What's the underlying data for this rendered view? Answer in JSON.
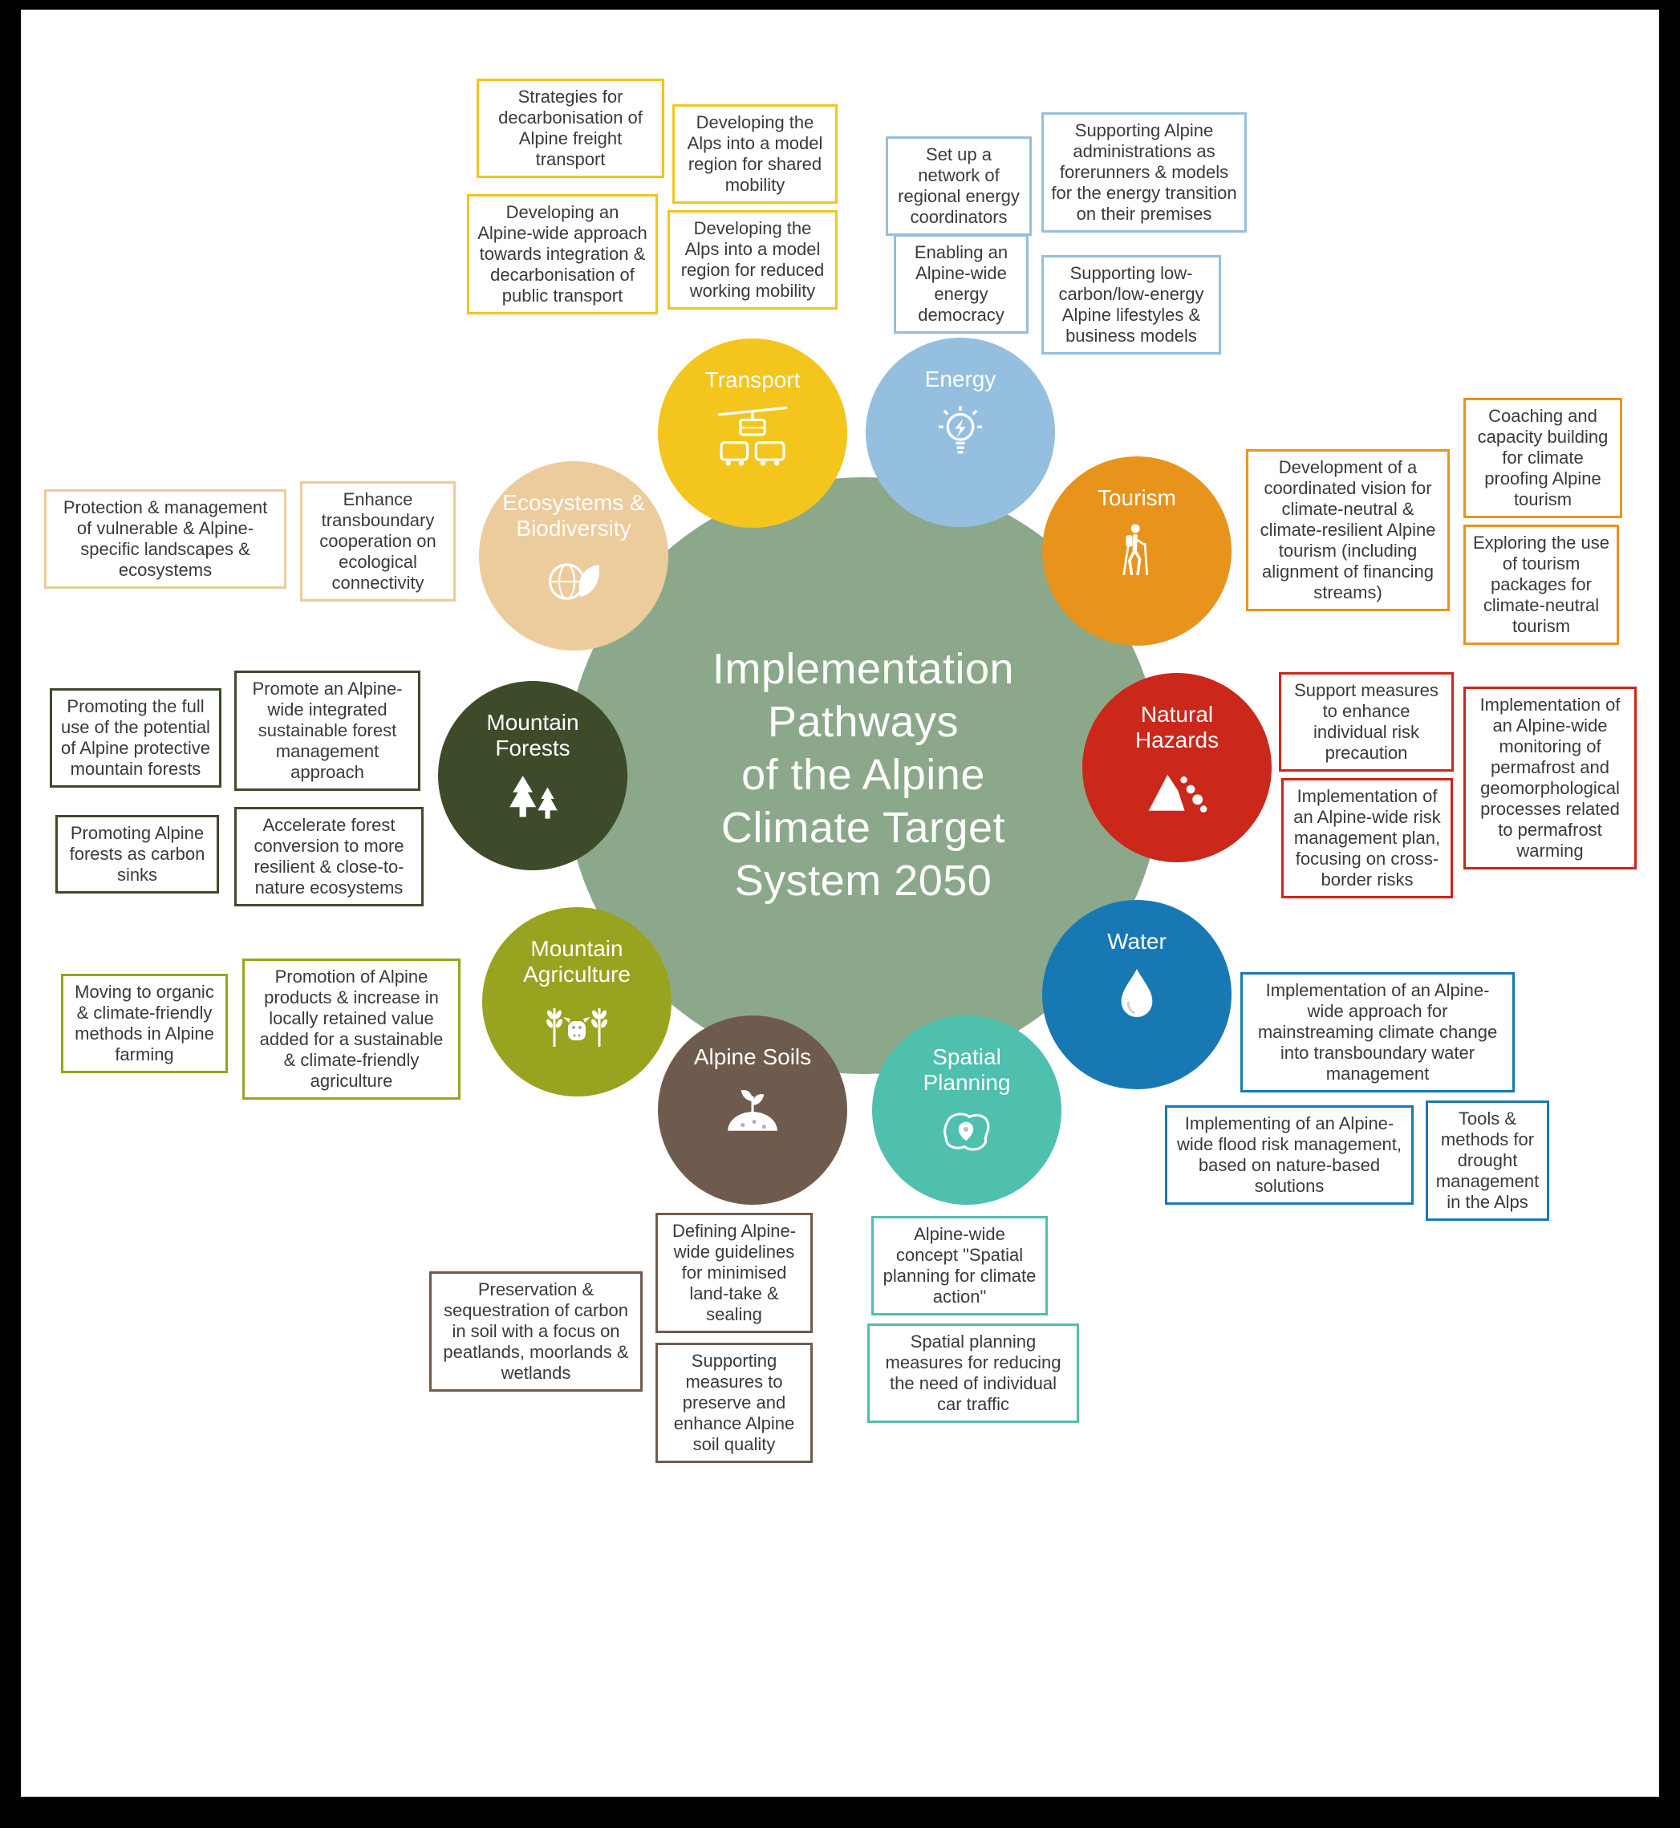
{
  "center": {
    "title_lines": [
      "Implementation",
      "Pathways",
      "of the Alpine",
      "Climate Target",
      "System 2050"
    ],
    "color": "#8CA88A",
    "text_color": "#FFFFFF"
  },
  "sectors": {
    "transport": {
      "label": "Transport",
      "color": "#F3C51D",
      "icon": "cable-car-transit-icon",
      "boxes": [
        "Strategies for decarbonisation of Alpine freight transport",
        "Developing the Alps into a model region for shared mobility",
        "Developing an Alpine-wide approach towards integration & decarbonisation of public transport",
        "Developing the Alps into a model region for reduced working mobility"
      ]
    },
    "energy": {
      "label": "Energy",
      "color": "#94BFDF",
      "icon": "light-bulb-icon",
      "boxes": [
        "Set up a network of regional energy coordinators",
        "Supporting Alpine administrations as forerunners & models for the energy transition on their premises",
        "Enabling an Alpine-wide energy democracy",
        "Supporting low-carbon/low-energy Alpine lifestyles & business models"
      ]
    },
    "tourism": {
      "label": "Tourism",
      "color": "#E8941C",
      "icon": "hiker-icon",
      "boxes": [
        "Development of a coordinated vision for climate-neutral & climate-resilient Alpine tourism (including alignment of financing streams)",
        "Coaching and capacity building for climate proofing Alpine tourism",
        "Exploring the use of tourism packages for climate-neutral tourism"
      ]
    },
    "natural_hazards": {
      "label": "Natural Hazards",
      "color": "#CB271A",
      "icon": "rockfall-icon",
      "boxes": [
        "Support measures to enhance individual risk precaution",
        "Implementation of an Alpine-wide monitoring of permafrost and geomorphological processes related to permafrost warming",
        "Implementation of an Alpine-wide risk management plan, focusing on cross-border risks"
      ]
    },
    "water": {
      "label": "Water",
      "color": "#1878B4",
      "icon": "water-drop-icon",
      "boxes": [
        "Implementation of an Alpine-wide approach for mainstreaming climate change into transboundary water management",
        "Implementing of an Alpine-wide flood risk management, based on nature-based solutions",
        "Tools & methods for drought management in the Alps"
      ]
    },
    "spatial_planning": {
      "label": "Spatial Planning",
      "color": "#4FBFAE",
      "icon": "map-pin-icon",
      "boxes": [
        "Alpine-wide concept \"Spatial planning for climate action\"",
        "Spatial planning measures for reducing the need of individual car traffic"
      ]
    },
    "alpine_soils": {
      "label": "Alpine Soils",
      "color": "#6F5B4D",
      "icon": "soil-sprout-icon",
      "boxes": [
        "Defining Alpine-wide guidelines for minimised land-take & sealing",
        "Preservation & sequestration of carbon in soil with a focus on peatlands, moorlands & wetlands",
        "Supporting measures to preserve and enhance Alpine soil quality"
      ]
    },
    "mountain_agriculture": {
      "label": "Mountain Agriculture",
      "color": "#98A31F",
      "icon": "wheat-livestock-icon",
      "boxes": [
        "Moving to organic & climate-friendly methods in Alpine farming",
        "Promotion of Alpine products & increase in locally retained value added for a sustainable & climate-friendly agriculture"
      ]
    },
    "mountain_forests": {
      "label": "Mountain Forests",
      "color": "#3E4B2B",
      "icon": "pine-trees-icon",
      "boxes": [
        "Promoting the full use of the potential of Alpine protective mountain forests",
        "Promote an Alpine-wide integrated sustainable forest management approach",
        "Promoting Alpine forests as carbon sinks",
        "Accelerate forest conversion to more resilient & close-to-nature ecosystems"
      ]
    },
    "ecosystems": {
      "label": "Ecosystems & Biodiversity",
      "color": "#ECCB9C",
      "icon": "globe-leaf-icon",
      "boxes": [
        "Protection & management of vulnerable & Alpine-specific landscapes & ecosystems",
        "Enhance transboundary cooperation on ecological connectivity"
      ]
    }
  }
}
